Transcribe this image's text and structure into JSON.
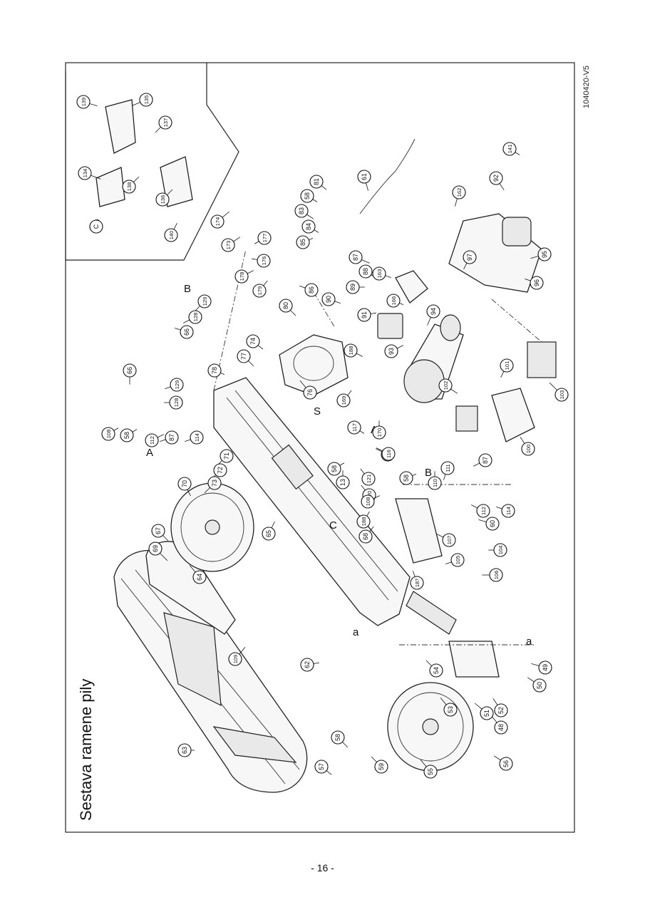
{
  "title": "Sestava ramene pily",
  "doc_id": "1040420-V5",
  "page_number": "- 16 -",
  "section_marks": [
    "A",
    "B",
    "C",
    "S",
    "a",
    "A",
    "B",
    "C",
    "a"
  ],
  "part_numbers": [
    "139",
    "135",
    "137",
    "134",
    "138",
    "136",
    "140",
    "C",
    "174",
    "173",
    "177",
    "176",
    "178",
    "179",
    "81",
    "58",
    "83",
    "84",
    "85",
    "61",
    "86",
    "87",
    "88",
    "163",
    "89",
    "90",
    "91",
    "166",
    "94",
    "141",
    "92",
    "162",
    "97",
    "95",
    "96",
    "129",
    "128",
    "66",
    "80",
    "188",
    "93",
    "101",
    "102",
    "103",
    "100",
    "77",
    "74",
    "76",
    "169",
    "170",
    "115",
    "116",
    "117",
    "121",
    "120",
    "78",
    "13",
    "58",
    "129",
    "66",
    "108",
    "58",
    "114",
    "87",
    "112",
    "128",
    "71",
    "72",
    "73",
    "70",
    "65",
    "108",
    "58",
    "110",
    "111",
    "87",
    "112",
    "114",
    "60",
    "107",
    "105",
    "104",
    "106",
    "187",
    "188",
    "68",
    "67",
    "69",
    "64",
    "109",
    "62",
    "49",
    "50",
    "52",
    "48",
    "51",
    "53",
    "54",
    "58",
    "57",
    "59",
    "56",
    "55",
    "63"
  ]
}
